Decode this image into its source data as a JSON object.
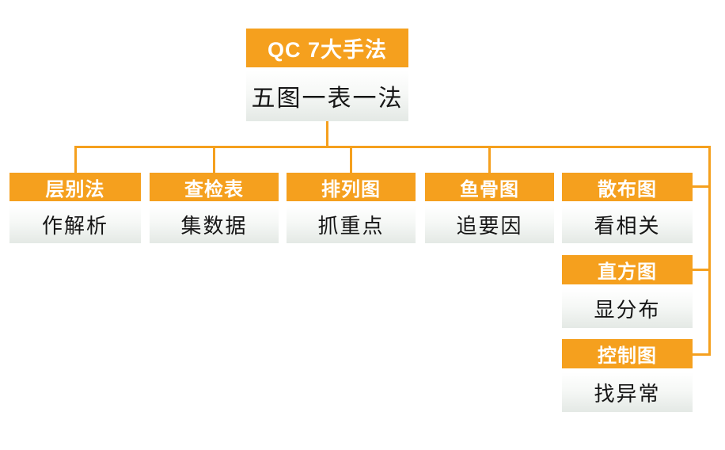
{
  "colors": {
    "orange": "#F5A01E",
    "header_text": "#FFFFFF",
    "body_text": "#161616",
    "body_gradient_top": "#FFFFFF",
    "body_gradient_bottom": "#E4E9E5",
    "background": "#FFFFFF"
  },
  "root": {
    "title": "QC 7大手法",
    "subtitle": "五图一表一法"
  },
  "nodes": [
    {
      "title": "层别法",
      "subtitle": "作解析"
    },
    {
      "title": "查检表",
      "subtitle": "集数据"
    },
    {
      "title": "排列图",
      "subtitle": "抓重点"
    },
    {
      "title": "鱼骨图",
      "subtitle": "追要因"
    },
    {
      "title": "散布图",
      "subtitle": "看相关"
    },
    {
      "title": "直方图",
      "subtitle": "显分布"
    },
    {
      "title": "控制图",
      "subtitle": "找异常"
    }
  ]
}
